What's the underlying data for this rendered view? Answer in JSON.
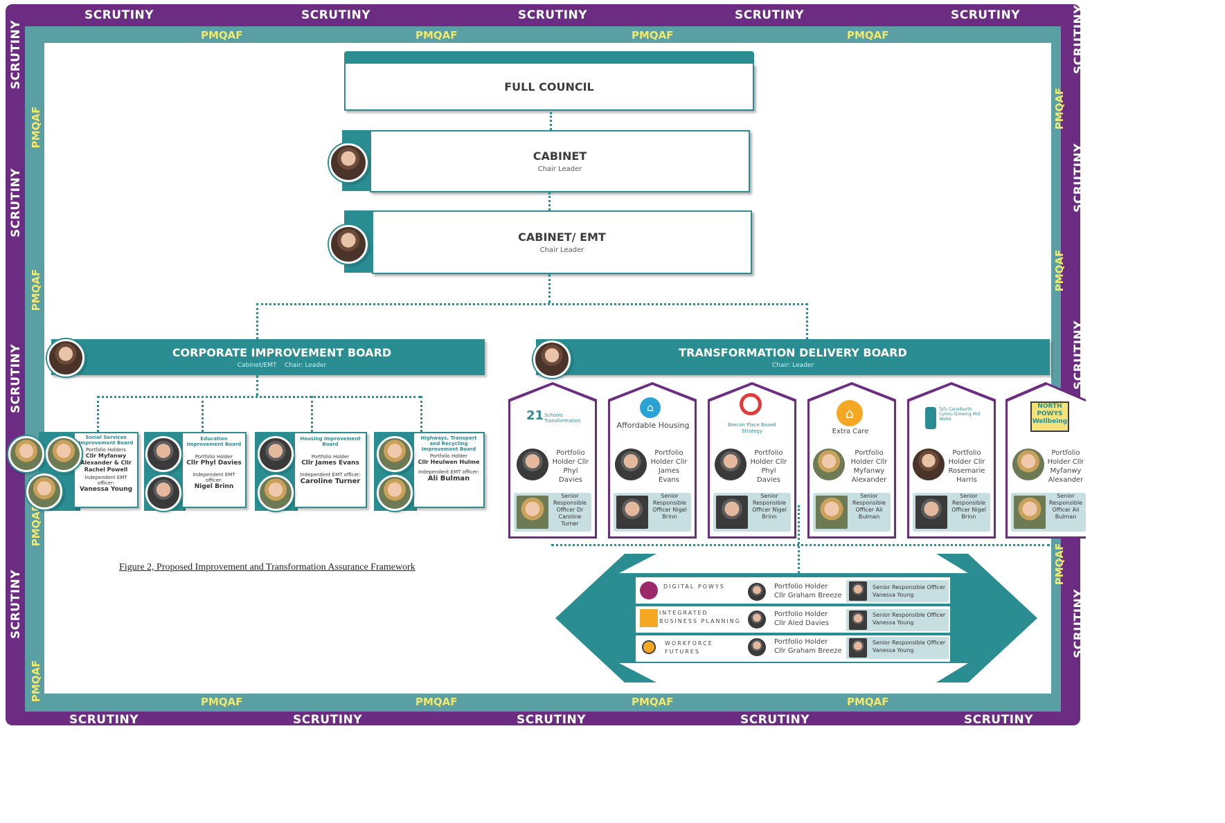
{
  "frame": {
    "scrutiny_label": "SCRUTINY",
    "pmqaf_label": "PMQAF",
    "outer_color": "#6b2c82",
    "inner_color": "#5a9fa3"
  },
  "full_council": {
    "title": "FULL COUNCIL"
  },
  "cabinet": {
    "title": "CABINET",
    "subtitle": "Chair Leader"
  },
  "cabinet_emt": {
    "title": "CABINET/ EMT",
    "subtitle": "Chair Leader"
  },
  "cib": {
    "title": "CORPORATE IMPROVEMENT BOARD",
    "subtitle": "Cabinet/EMT    Chair: Leader",
    "cards": [
      {
        "title": "Social Services Improvement Board",
        "role": "Portfolio Holders",
        "holder": "Cllr Myfanwy Alexander & Cllr Rachel Powell",
        "officer_role": "Independent EMT officer:",
        "officer": "Vanessa Young"
      },
      {
        "title": "Education Improvement Board",
        "role": "Portfolio Holder",
        "holder": "Cllr Phyl Davies",
        "officer_role": "Independent EMT officer:",
        "officer": "Nigel Brinn"
      },
      {
        "title": "Housing Improvement Board",
        "role": "Portfolio Holder",
        "holder": "Cllr James Evans",
        "officer_role": "Independent EMT officer:",
        "officer": "Caroline Turner"
      },
      {
        "title": "Highways, Transport and Recycling Improvement Board",
        "role": "Portfolio Holder",
        "holder": "Cllr Heulwen Hulme",
        "officer_role": "Independent EMT officer:",
        "officer": "Ali Bulman"
      }
    ]
  },
  "tdb": {
    "title": "TRANSFORMATION DELIVERY BOARD",
    "subtitle": "Chair: Leader",
    "programmes": [
      {
        "logo": "Schools Transformation",
        "logo_mark": "21",
        "holder": "Portfolio Holder Cllr Phyl Davies",
        "sro": "Senior Responsible Officer Dr Caroline Turner"
      },
      {
        "logo": "Affordable Housing",
        "logo_mark": "",
        "holder": "Portfolio Holder Cllr James Evans",
        "sro": "Senior Responsible Officer Nigel Brinn"
      },
      {
        "logo": "Brecon Place Based Strategy",
        "logo_mark": "",
        "holder": "Portfolio Holder Cllr Phyl Davies",
        "sro": "Senior Responsible Officer Nigel Brinn"
      },
      {
        "logo": "Extra Care",
        "logo_mark": "",
        "holder": "Portfolio Holder Cllr Myfanwy Alexander",
        "sro": "Senior Responsible Officer Ali Bulman"
      },
      {
        "logo": "Tyfu Canolbarth Cymru Growing Mid Wales",
        "logo_mark": "",
        "holder": "Portfolio Holder Cllr Rosemarie Harris",
        "sro": "Senior Responsible Officer Nigel Brinn"
      },
      {
        "logo": "NORTH POWYS Wellbeing",
        "logo_mark": "",
        "holder": "Portfolio Holder Cllr Myfanwy Alexander",
        "sro": "Senior Responsible Officer Ali Bulman"
      }
    ]
  },
  "enablers": [
    {
      "name_line1": "DIGITAL POWYS",
      "name_line2": "",
      "holder_line1": "Portfolio Holder",
      "holder_line2": "Cllr Graham Breeze",
      "sro_line1": "Senior Responsible Officer",
      "sro_line2": "Vanessa Young"
    },
    {
      "name_line1": "INTEGRATED",
      "name_line2": "BUSINESS PLANNING",
      "holder_line1": "Portfolio Holder",
      "holder_line2": "Cllr Aled Davies",
      "sro_line1": "Senior Responsible Officer",
      "sro_line2": "Vanessa Young"
    },
    {
      "name_line1": "WORKFORCE",
      "name_line2": "FUTURES",
      "holder_line1": "Portfolio Holder",
      "holder_line2": "Cllr Graham Breeze",
      "sro_line1": "Senior Responsible Officer",
      "sro_line2": "Vanessa Young"
    }
  ],
  "caption": "Figure 2, Proposed Improvement and Transformation Assurance Framework"
}
